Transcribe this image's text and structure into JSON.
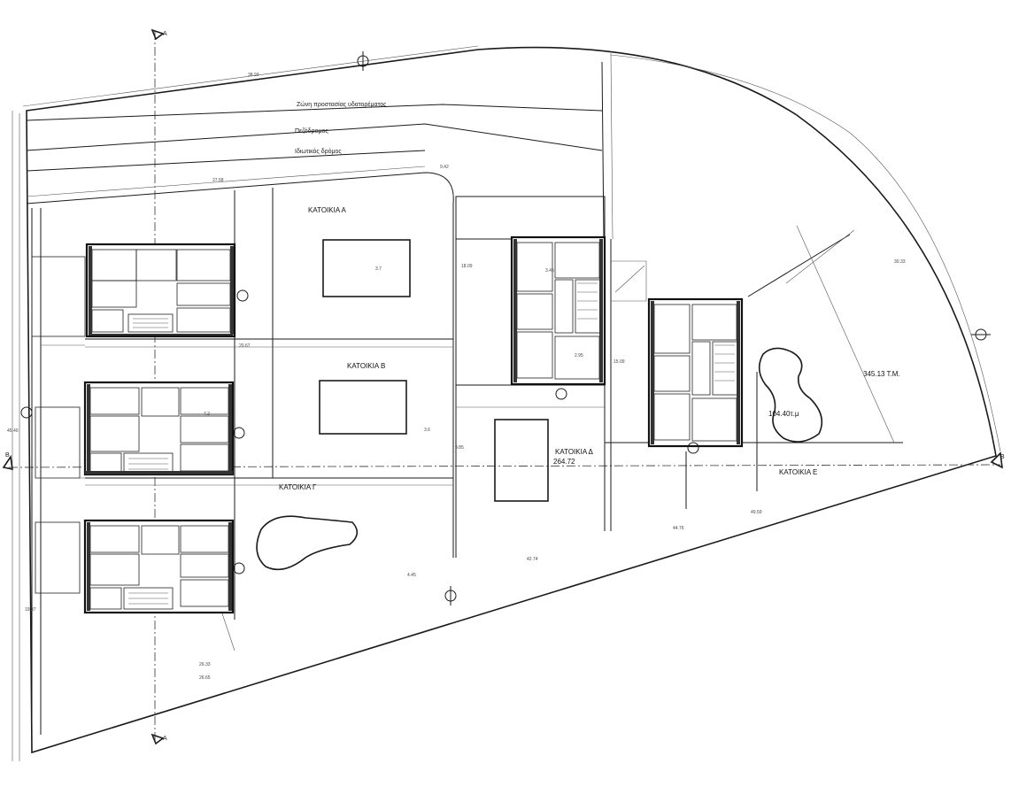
{
  "drawing": {
    "street_labels": [
      "Ζώνη προστασίας υδατορέματος",
      "Πεζόδρομος",
      "Ιδιωτικός δρόμος"
    ],
    "houses": [
      {
        "id": "A",
        "label": "ΚΑΤΟΙΚΙΑ Α"
      },
      {
        "id": "B",
        "label": "ΚΑΤΟΙΚΙΑ Β"
      },
      {
        "id": "G",
        "label": "ΚΑΤΟΙΚΙΑ Γ"
      },
      {
        "id": "D",
        "label": "ΚΑΤΟΙΚΙΑ Δ",
        "area": "264.72"
      },
      {
        "id": "E",
        "label": "ΚΑΤΟΙΚΙΑ Ε"
      }
    ],
    "areas": {
      "plot_e": "345.13 Τ.Μ.",
      "pool_e": "104.40τ.μ"
    },
    "section_markers": {
      "a_top": "Α",
      "a_bottom": "Α",
      "b_left": "Β",
      "b_right": "Β"
    },
    "dimensions": [
      "38.93",
      "27.58",
      "20.67",
      "9.42",
      "45.40",
      "19.37",
      "26.33",
      "26.65",
      "4.45",
      "44.76",
      "42.74",
      "49.59",
      "30.33",
      "3.7",
      "3.6",
      "3.45",
      "2.95",
      "7.2",
      "18.09",
      "15.09",
      "9.85"
    ]
  }
}
